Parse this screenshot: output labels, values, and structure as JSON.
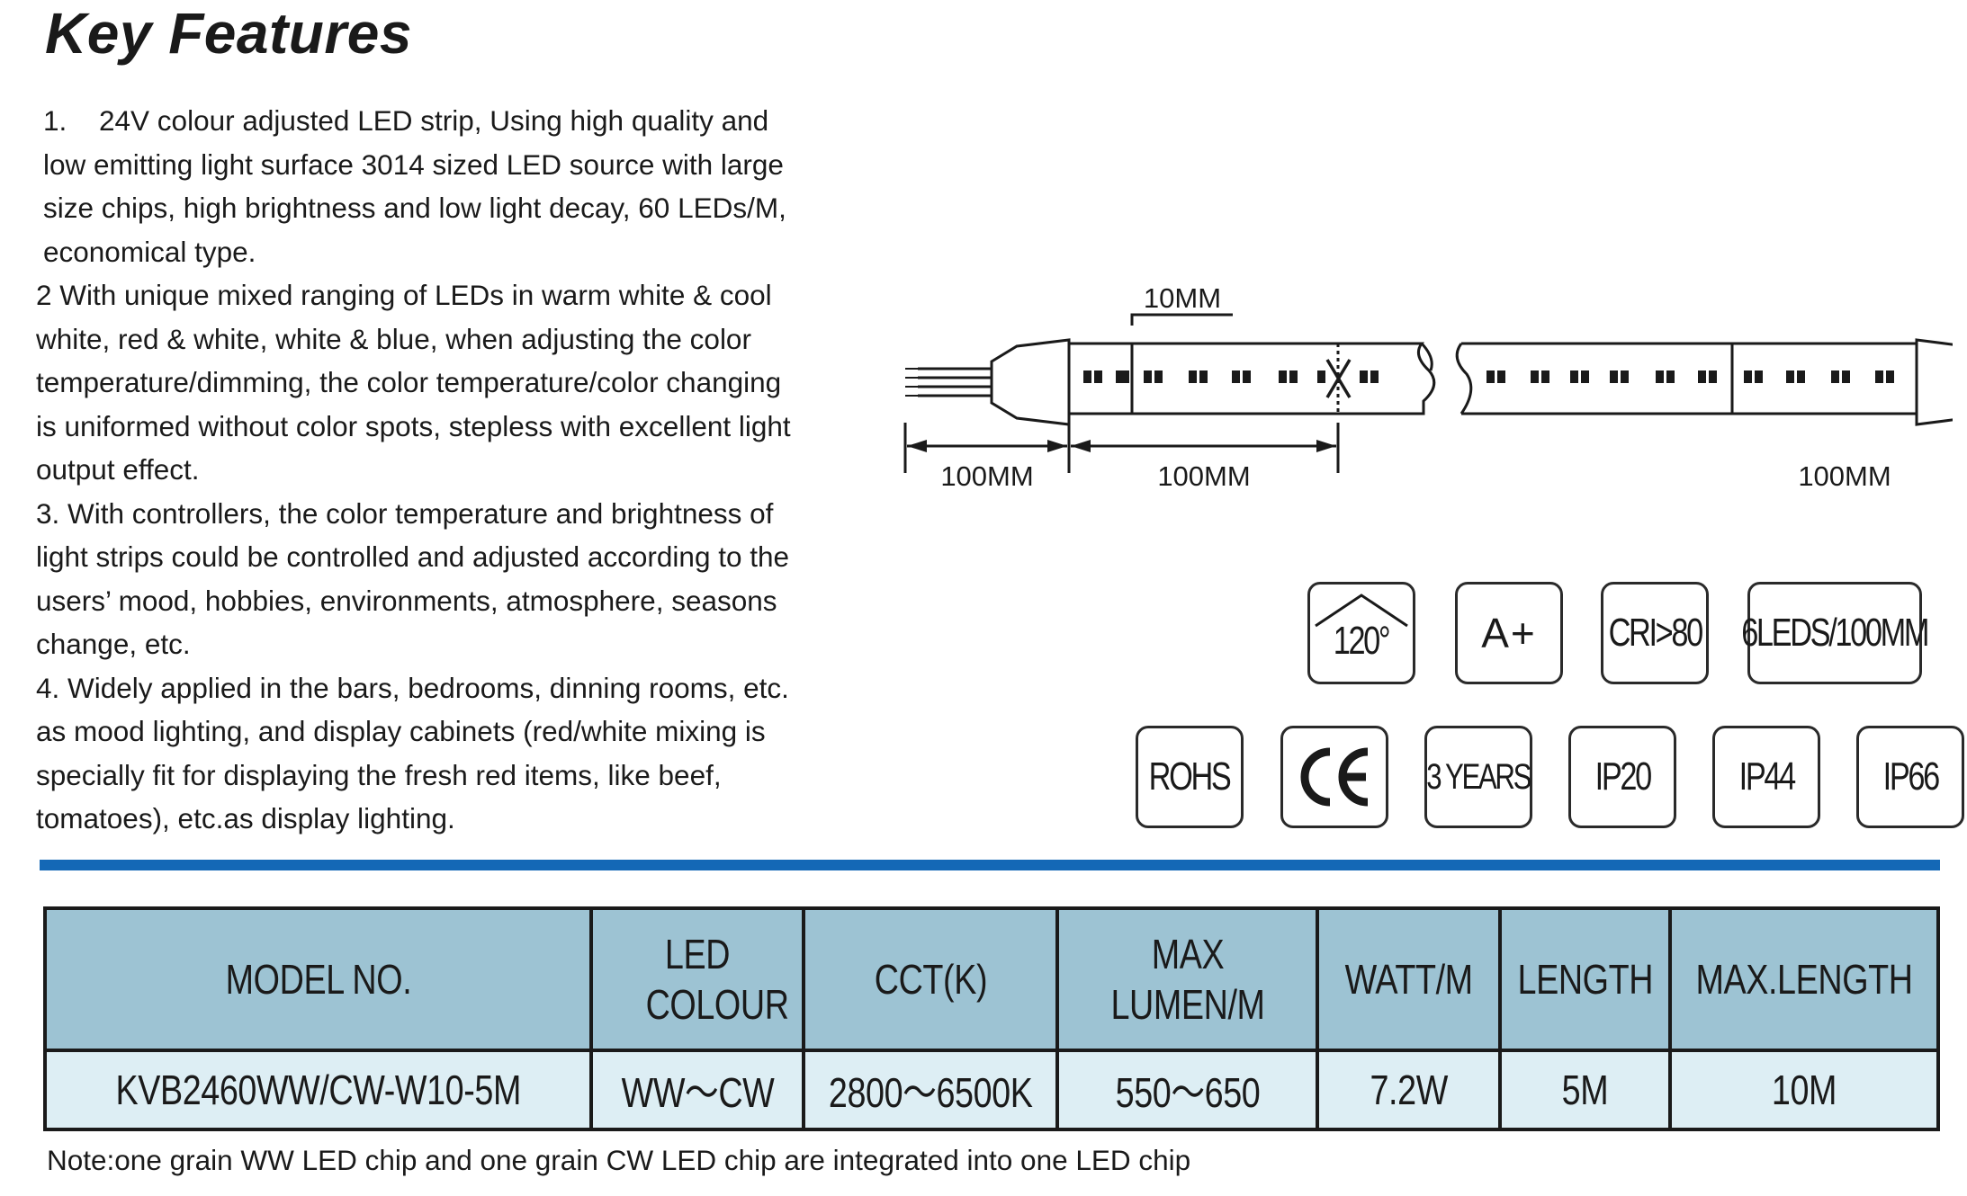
{
  "title": "Key Features",
  "features": [
    {
      "num": "1.",
      "text": "24V colour adjusted LED strip, Using high quality and low emitting light surface 3014 sized LED source with large size chips, high brightness and low light decay, 60 LEDs/M, economical type."
    },
    {
      "text": "2 With unique mixed ranging of LEDs in warm white & cool white, red & white, white & blue, when adjusting the color temperature/dimming, the color temperature/color changing is uniformed without color spots, stepless with excellent light output effect."
    },
    {
      "text": "3. With controllers, the color temperature and brightness of light strips could be controlled and adjusted according to the users’ mood, hobbies, environments, atmosphere, seasons change, etc."
    },
    {
      "text": "4. Widely applied in the bars, bedrooms, dinning rooms, etc. as mood lighting, and display cabinets (red/white mixing is specially fit for displaying the fresh red items, like beef, tomatoes), etc.as display lighting."
    }
  ],
  "diagram": {
    "cut_length": "10MM",
    "lead_length": "100MM",
    "segment_length": "100MM",
    "tail_length": "100MM"
  },
  "badges_row1": [
    "120°",
    "A+",
    "CRI>80",
    "6LEDS/100MM"
  ],
  "badges_row2": [
    "ROHS",
    "CE",
    "3 YEARS",
    "IP20",
    "IP44",
    "IP66"
  ],
  "table": {
    "headers": [
      "MODEL NO.",
      "LED COLOUR",
      "CCT(K)",
      "MAX LUMEN/M",
      "WATT/M",
      "LENGTH",
      "MAX.LENGTH"
    ],
    "rows": [
      [
        "KVB2460WW/CW-W10-5M",
        "WW～CW",
        "2800～6500K",
        "550～650",
        "7.2W",
        "5M",
        "10M"
      ]
    ]
  },
  "note": "Note:one grain WW LED chip and one grain CW LED chip are integrated into one LED chip",
  "colors": {
    "accent_rule": "#1468b6",
    "table_header_bg": "#9dc3d3",
    "table_row_bg": "#ddeef4"
  }
}
